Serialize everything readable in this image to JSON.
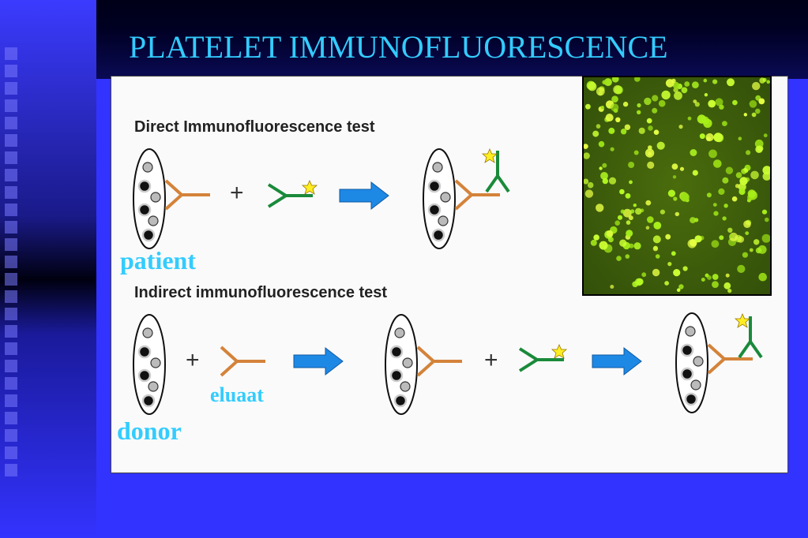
{
  "title": "PLATELET IMMUNOFLUORESCENCE",
  "direct": {
    "heading": "Direct Immunofluorescence test",
    "subject_label": "patient"
  },
  "indirect": {
    "heading": "Indirect immunofluorescence test",
    "subject_label": "donor",
    "reagent_label": "eluaat"
  },
  "plus_sign": "+",
  "colors": {
    "background": "#3333ff",
    "title": "#33ccff",
    "arrow": "#1e88e5",
    "orange_antibody": "#d4833a",
    "green_antibody": "#1a8a3a",
    "star": "#ffee22",
    "fluorescence": "#b6ff22"
  },
  "icons": [
    "platelet-icon",
    "antibody-icon",
    "labeled-antibody-icon",
    "arrow-right-icon",
    "star-icon"
  ]
}
